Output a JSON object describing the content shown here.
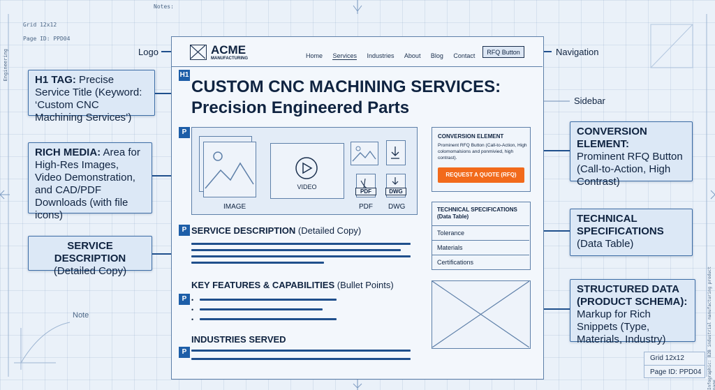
{
  "meta": {
    "notes_label": "Notes:",
    "grid_label": "Grid 12x12",
    "page_id": "Page ID: PPD04",
    "note_label": "Note",
    "vertical_text": "Engineering",
    "side_text": "Infographic: B2B industrial manufacturing product page"
  },
  "outer_labels": {
    "logo": "Logo",
    "navigation": "Navigation",
    "sidebar": "Sidebar"
  },
  "callouts": {
    "h1": {
      "title": "H1 TAG:",
      "body": " Precise Service Title (Keyword: ‘Custom CNC Machining Services’)"
    },
    "rich_media": {
      "title": "RICH MEDIA:",
      "body": " Area for High-Res Images, Video Demonstration, and CAD/PDF Downloads (with file icons)"
    },
    "service_desc": {
      "title": "SERVICE DESCRIPTION",
      "body": "(Detailed Copy)"
    },
    "conversion": {
      "title": "CONVERSION ELEMENT:",
      "body": "Prominent RFQ Button (Call-to-Action, High Contrast)"
    },
    "tech_specs": {
      "title": "TECHNICAL SPECIFICATIONS",
      "body": "(Data Table)"
    },
    "structured": {
      "title": "STRUCTURED DATA (PRODUCT SCHEMA):",
      "body": "Markup for Rich Snippets (Type, Materials, Industry)"
    }
  },
  "wireframe": {
    "logo_main": "ACME",
    "logo_sub": "MANUFACTURING",
    "nav": [
      "Home",
      "Services",
      "Industries",
      "About",
      "Blog",
      "Contact"
    ],
    "rfq_button": "RFQ Button",
    "h1_badge": "H1",
    "p_badge": "P",
    "headline_1": "CUSTOM CNC MACHINING SERVICES:",
    "headline_2": "Precision Engineered Parts",
    "media": {
      "image": "IMAGE",
      "video": "VIDEO",
      "pdf": "PDF",
      "dwg": "DWG"
    },
    "service_heading": "SERVICE DESCRIPTION",
    "service_heading_sub": "(Detailed Copy)",
    "features_heading": "KEY FEATURES & CAPABILITIES",
    "features_sub": "(Bullet Points)",
    "industries_heading": "INDUSTRIES SERVED",
    "conversion_box": {
      "title": "CONVERSION ELEMENT",
      "text": "Prominent RFQ Button (Call-to-Action, High colomomalsions and ponmivied, high contrast).",
      "button": "REQUEST A QUOTE (RFQ)"
    },
    "specs": {
      "title": "TECHNICAL SPECIFICATIONS (Data Table)",
      "rows": [
        "Tolerance",
        "Materials",
        "Certifications"
      ]
    }
  },
  "bottom_right": {
    "grid": "Grid 12x12",
    "page_id": "Page ID: PPD04"
  },
  "colors": {
    "accent": "#1d5ea8",
    "cta": "#f26a1b",
    "background": "#eaf1f9"
  }
}
